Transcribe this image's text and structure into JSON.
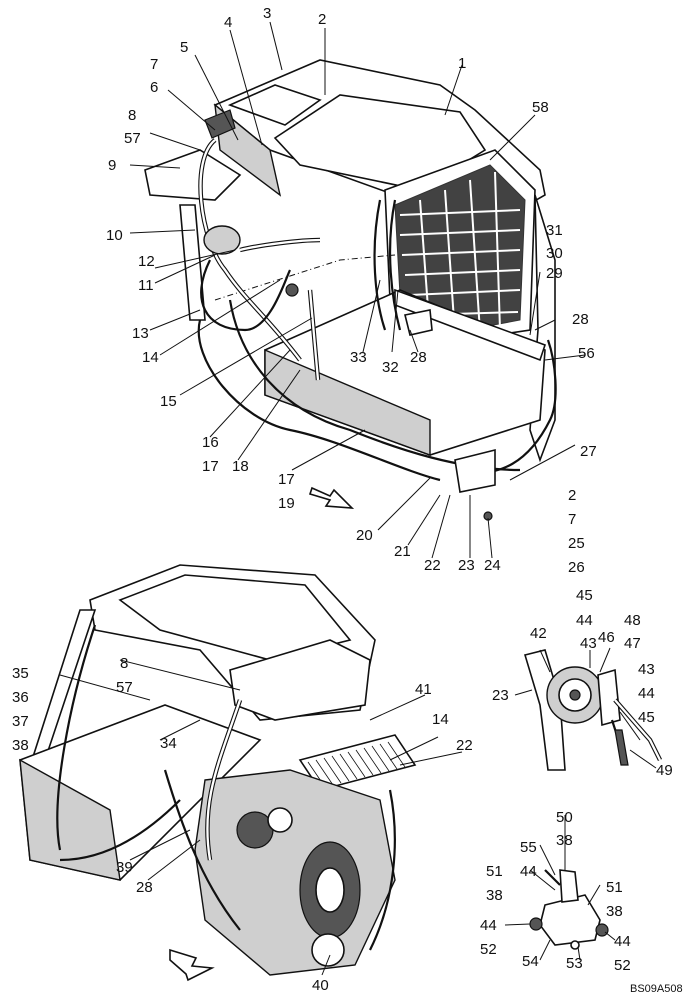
{
  "figure": {
    "reference_code": "BS09A508",
    "callouts": {
      "c1": "1",
      "c2a": "2",
      "c3": "3",
      "c4": "4",
      "c5": "5",
      "c6": "6",
      "c7a": "7",
      "c8a": "8",
      "c57a": "57",
      "c9": "9",
      "c10": "10",
      "c11": "11",
      "c12": "12",
      "c13": "13",
      "c14a": "14",
      "c15": "15",
      "c16": "16",
      "c17a": "17",
      "c18": "18",
      "c17b": "17",
      "c19": "19",
      "c20": "20",
      "c21": "21",
      "c22a": "22",
      "c23a": "23",
      "c24": "24",
      "c2b": "2",
      "c7b": "7",
      "c25": "25",
      "c26": "26",
      "c27": "27",
      "c28a": "28",
      "c56": "56",
      "c29": "29",
      "c30": "30",
      "c31": "31",
      "c58": "58",
      "c32": "32",
      "c28b": "28",
      "c33": "33",
      "c35": "35",
      "c36": "36",
      "c37": "37",
      "c38a": "38",
      "c8b": "8",
      "c57b": "57",
      "c34": "34",
      "c41": "41",
      "c14b": "14",
      "c22b": "22",
      "c39": "39",
      "c28c": "28",
      "c40": "40",
      "c45a": "45",
      "c44a": "44",
      "c43a": "43",
      "c42": "42",
      "c48": "48",
      "c47": "47",
      "c46": "46",
      "c43b": "43",
      "c44b": "44",
      "c45b": "45",
      "c23b": "23",
      "c49": "49",
      "c50": "50",
      "c38b": "38",
      "c55": "55",
      "c44c": "44",
      "c51a": "51",
      "c38c": "38",
      "c51b": "51",
      "c38d": "38",
      "c44d": "44",
      "c52a": "52",
      "c54": "54",
      "c53": "53",
      "c44e": "44",
      "c52b": "52"
    }
  }
}
